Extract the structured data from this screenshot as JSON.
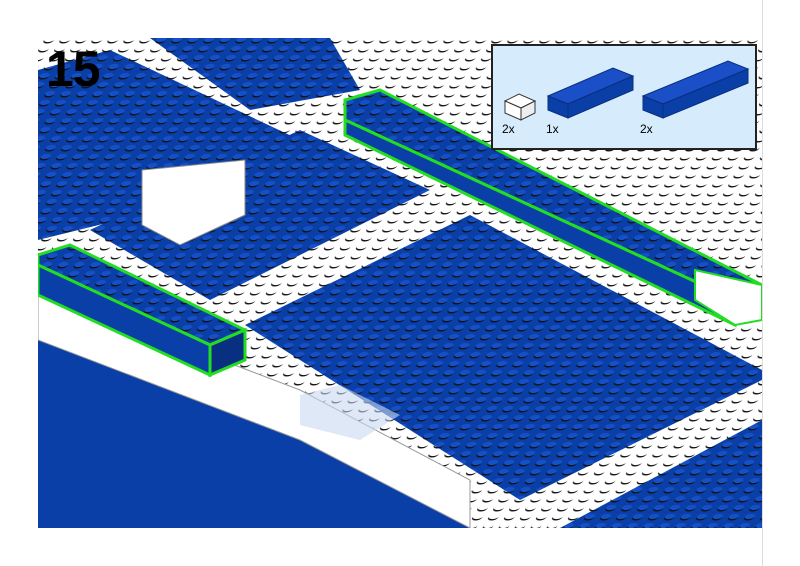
{
  "step": {
    "number": "15"
  },
  "parts_callout": {
    "items": [
      {
        "name": "white-brick-2x2",
        "quantity": "2x"
      },
      {
        "name": "blue-brick-2x8",
        "quantity": "1x"
      },
      {
        "name": "blue-brick-2x10",
        "quantity": "2x"
      }
    ]
  },
  "colors": {
    "blue": "#0a3fa8",
    "white": "#ffffff",
    "highlight": "#22dd22",
    "callout_bg": "#d6ebfb"
  }
}
